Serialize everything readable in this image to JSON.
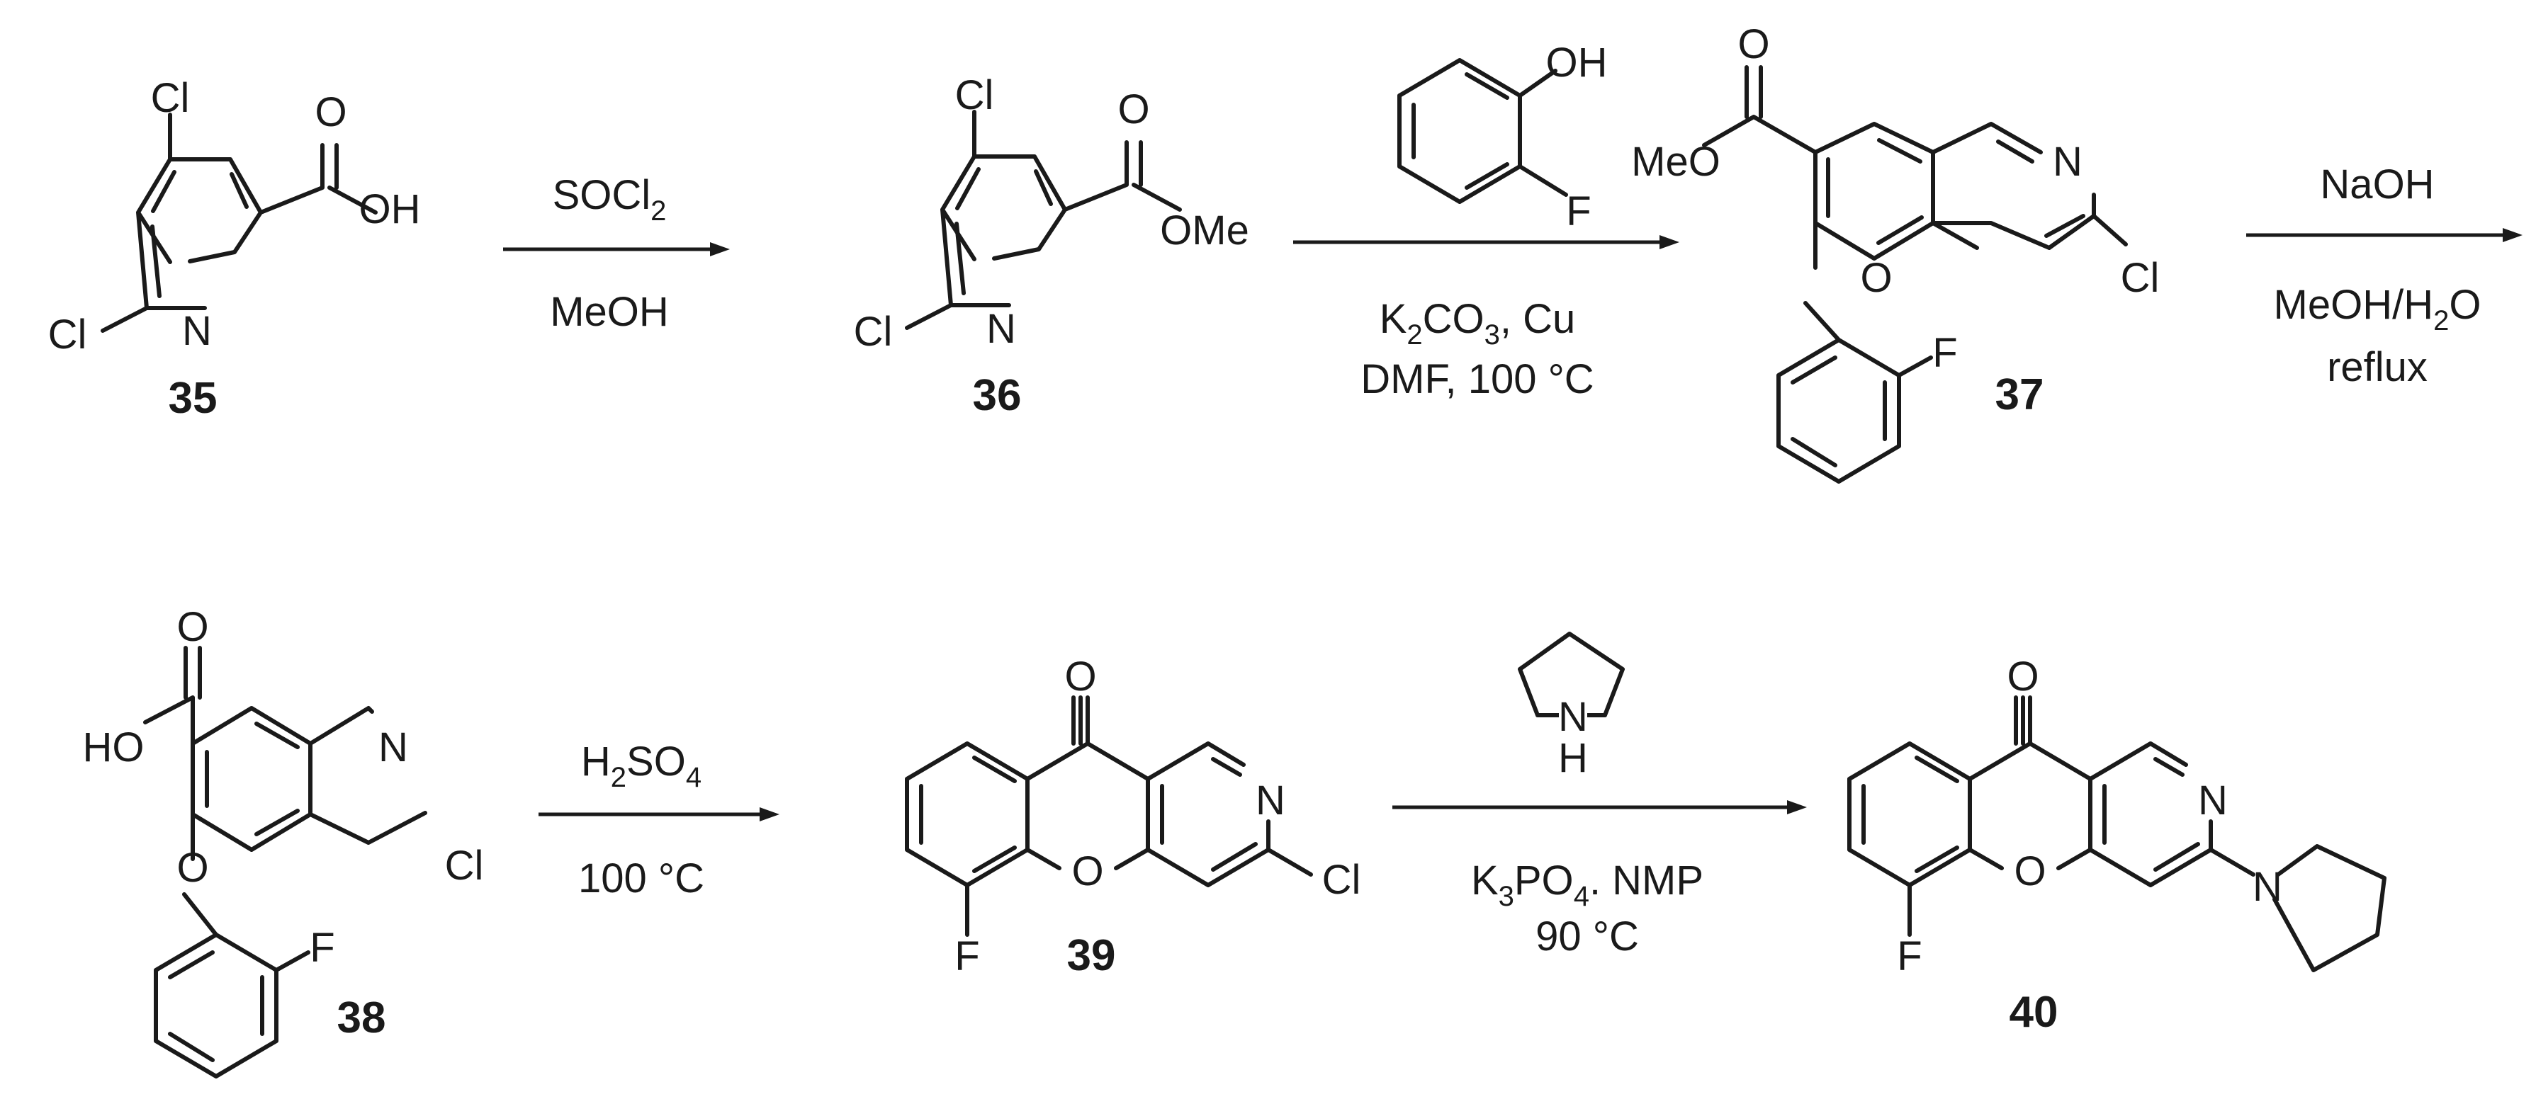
{
  "compounds": {
    "c35": {
      "label": "35",
      "atoms": {
        "cl_top": "Cl",
        "o_carbonyl": "O",
        "oh": "OH",
        "cl_left": "Cl",
        "n": "N"
      }
    },
    "c36": {
      "label": "36",
      "atoms": {
        "cl_top": "Cl",
        "o_carbonyl": "O",
        "ome": "OMe",
        "cl_left": "Cl",
        "n": "N"
      }
    },
    "c37": {
      "label": "37",
      "atoms": {
        "o_carbonyl": "O",
        "meo": "MeO",
        "n": "N",
        "cl": "Cl",
        "o_ether": "O",
        "f": "F"
      }
    },
    "c38": {
      "label": "38",
      "atoms": {
        "o_carbonyl": "O",
        "ho": "HO",
        "n": "N",
        "cl": "Cl",
        "o_ether": "O",
        "f": "F"
      }
    },
    "c39": {
      "label": "39",
      "atoms": {
        "o_carbonyl": "O",
        "n": "N",
        "o_ring": "O",
        "cl": "Cl",
        "f": "F"
      }
    },
    "c40": {
      "label": "40",
      "atoms": {
        "o_carbonyl": "O",
        "n": "N",
        "o_ring": "O",
        "n_pyrr": "N",
        "f": "F"
      }
    }
  },
  "reagents": {
    "phenol": {
      "oh": "OH",
      "f": "F"
    },
    "pyrrolidine": {
      "nh_n": "N",
      "nh_h": "H"
    }
  },
  "steps": [
    {
      "id": "step1",
      "above_parts": [
        "SOCl",
        "2",
        ""
      ],
      "below": "MeOH"
    },
    {
      "id": "step2",
      "below1_parts": [
        "K",
        "2",
        "CO",
        "3",
        ", Cu"
      ],
      "below2": "DMF,  100 °C"
    },
    {
      "id": "step3",
      "above": "NaOH",
      "below1_parts": [
        "MeOH/H",
        "2",
        "O"
      ],
      "below2": "reflux"
    },
    {
      "id": "step4",
      "above_parts": [
        "H",
        "2",
        "SO",
        "4"
      ],
      "below": "100 °C"
    },
    {
      "id": "step5",
      "below1_parts": [
        "K",
        "3",
        "PO",
        "4",
        ". NMP"
      ],
      "below2": "90 °C"
    }
  ]
}
